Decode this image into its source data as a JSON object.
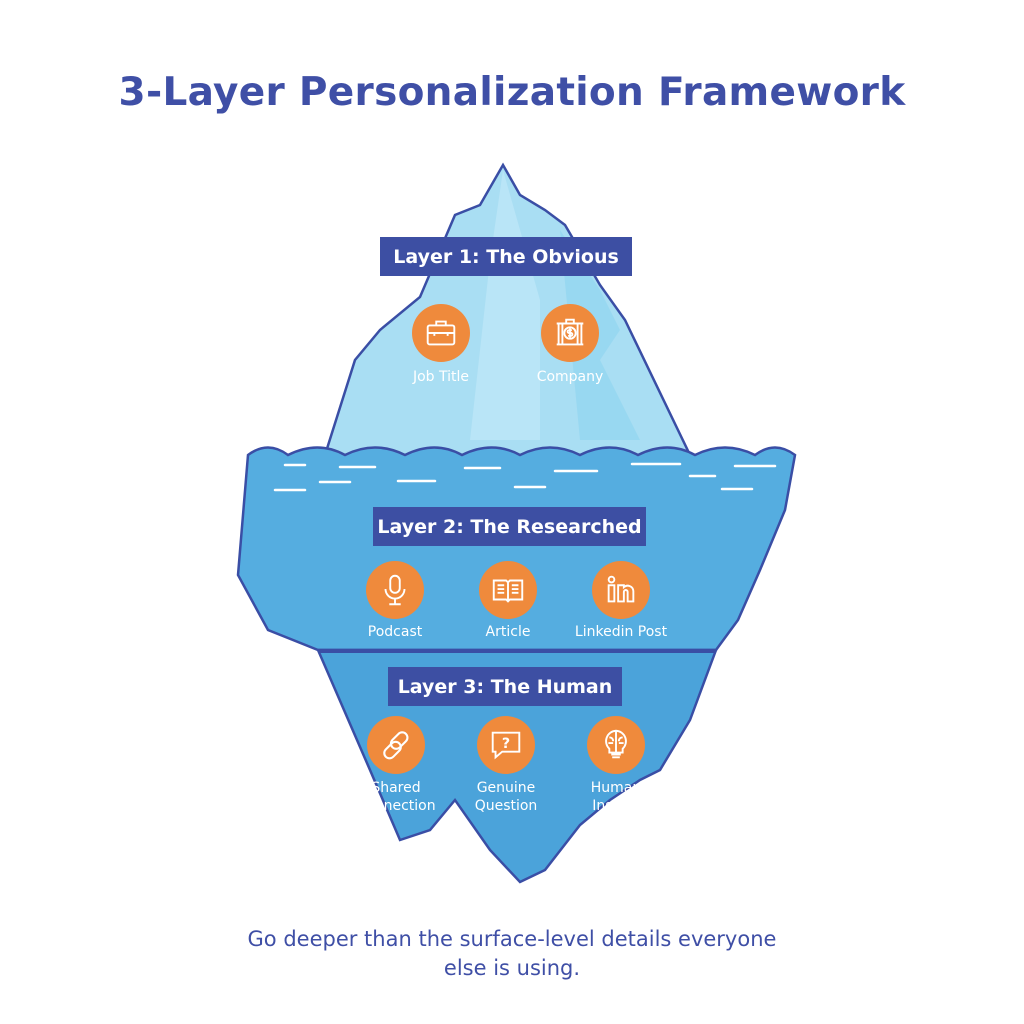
{
  "title": "3-Layer Personalization Framework",
  "layers": [
    {
      "label": "Layer 1: The Obvious",
      "items": [
        {
          "label": "Job Title",
          "icon": "briefcase-icon"
        },
        {
          "label": "Company",
          "icon": "company-building-icon"
        }
      ]
    },
    {
      "label": "Layer 2: The Researched",
      "items": [
        {
          "label": "Podcast",
          "icon": "microphone-icon"
        },
        {
          "label": "Article",
          "icon": "open-book-icon"
        },
        {
          "label": "Linkedin Post",
          "icon": "linkedin-icon"
        }
      ]
    },
    {
      "label": "Layer 3: The Human",
      "items": [
        {
          "label": "Shared Connection",
          "line1": "Shared",
          "line2": "Connection",
          "icon": "chain-link-icon"
        },
        {
          "label": "Genuine Question",
          "line1": "Genuine",
          "line2": "Question",
          "icon": "question-bubble-icon"
        },
        {
          "label": "Human Insight",
          "line1": "Human",
          "line2": "Insight",
          "icon": "brain-lightbulb-icon"
        }
      ]
    }
  ],
  "caption_line1": "Go deeper than the surface-level details everyone",
  "caption_line2": "else is using.",
  "colors": {
    "title": "#3f4fa6",
    "label_bg": "#3d4fa3",
    "icon_bg": "#ef8a3c",
    "ice_top": "#a9def3",
    "water": "#55ade0",
    "outline": "#3a4ea5"
  }
}
